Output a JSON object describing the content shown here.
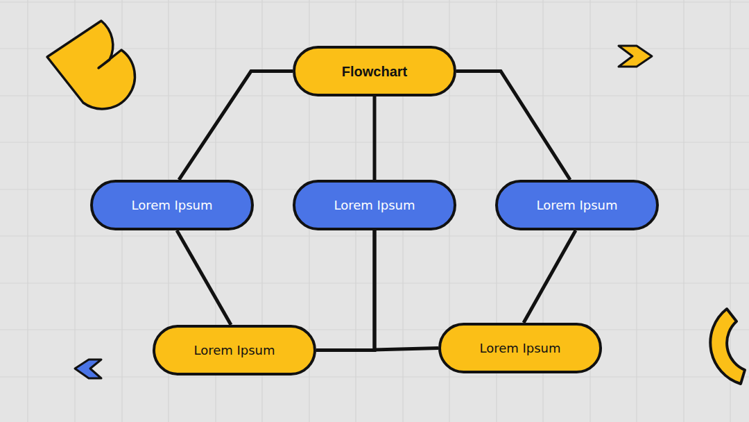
{
  "diagram": {
    "nodes": [
      {
        "text": [
          "Flowchart"
        ]
      },
      {
        "text": [
          "Lorem Ipsum"
        ]
      },
      {
        "text": [
          "Lorem Ipsum"
        ]
      },
      {
        "text": [
          "Lorem Ipsum"
        ]
      },
      {
        "text": [
          "Lorem Ipsum"
        ]
      },
      {
        "text": [
          "Lorem Ipsum"
        ]
      }
    ],
    "edges": [
      {
        "from": 0,
        "to": 1,
        "arrow": "none"
      },
      {
        "from": 0,
        "to": 2,
        "arrow": "none"
      },
      {
        "from": 0,
        "to": 3,
        "arrow": "none"
      },
      {
        "from": 1,
        "to": 4,
        "arrow": "none"
      },
      {
        "from": 2,
        "to": 4,
        "arrow": "none"
      },
      {
        "from": 2,
        "to": 5,
        "arrow": "none"
      },
      {
        "from": 3,
        "to": 5,
        "arrow": "none"
      }
    ]
  }
}
